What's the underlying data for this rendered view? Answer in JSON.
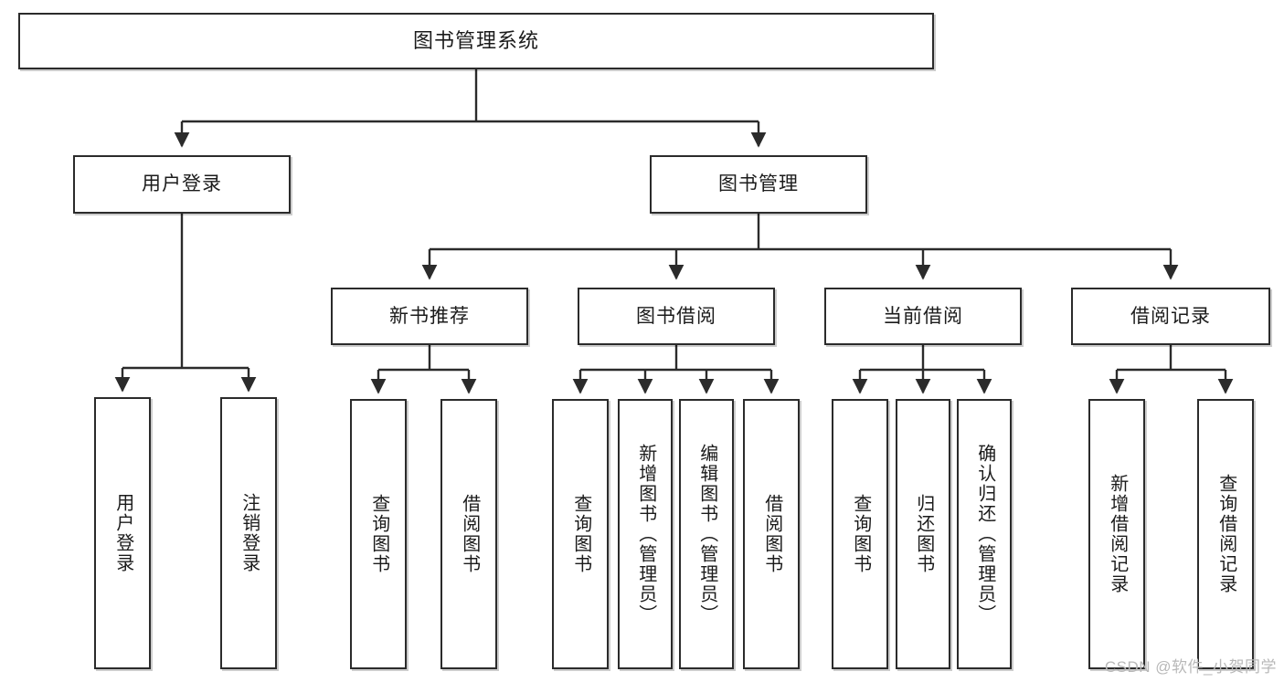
{
  "diagram": {
    "title_node": {
      "label": "图书管理系统"
    },
    "level1": [
      {
        "id": "user-login",
        "label": "用户登录"
      },
      {
        "id": "book-manage",
        "label": "图书管理"
      }
    ],
    "level2": [
      {
        "id": "new-book-recommend",
        "label": "新书推荐"
      },
      {
        "id": "book-borrow",
        "label": "图书借阅"
      },
      {
        "id": "current-borrow",
        "label": "当前借阅"
      },
      {
        "id": "borrow-record",
        "label": "借阅记录"
      }
    ],
    "leaves": [
      {
        "id": "leaf-user-login",
        "label": "用户登录"
      },
      {
        "id": "leaf-logout-login",
        "label": "注销登录"
      },
      {
        "id": "leaf-query-book-1",
        "label": "查询图书"
      },
      {
        "id": "leaf-borrow-book-1",
        "label": "借阅图书"
      },
      {
        "id": "leaf-query-book-2",
        "label": "查询图书"
      },
      {
        "id": "leaf-add-book-admin",
        "label": "新增图书（管理员）"
      },
      {
        "id": "leaf-edit-book-admin",
        "label": "编辑图书（管理员）"
      },
      {
        "id": "leaf-borrow-book-2",
        "label": "借阅图书"
      },
      {
        "id": "leaf-query-book-3",
        "label": "查询图书"
      },
      {
        "id": "leaf-return-book",
        "label": "归还图书"
      },
      {
        "id": "leaf-confirm-return-admin",
        "label": "确认归还（管理员）"
      },
      {
        "id": "leaf-add-borrow-record",
        "label": "新增借阅记录"
      },
      {
        "id": "leaf-query-borrow-record",
        "label": "查询借阅记录"
      }
    ],
    "watermark": "CSDN @软件_小贺同学",
    "colors": {
      "stroke": "#2b2b2b",
      "background": "#ffffff",
      "text": "#1b1b1b",
      "watermark": "#b8b8b8"
    }
  }
}
